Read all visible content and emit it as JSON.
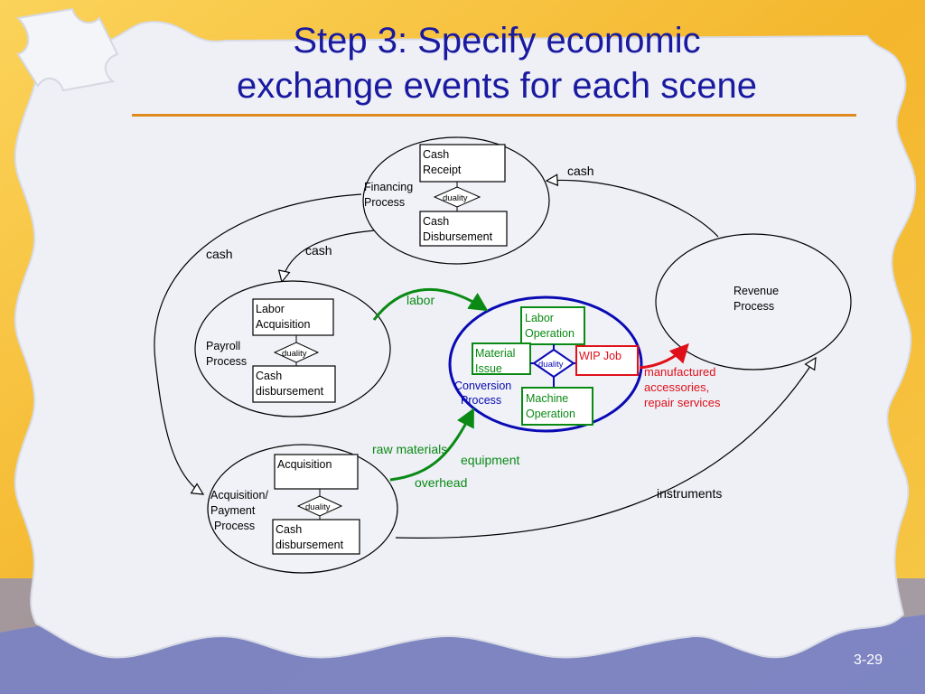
{
  "slide": {
    "title_line1": "Step 3: Specify economic",
    "title_line2": "exchange events for each scene",
    "page_number": "3-29"
  },
  "colors": {
    "title": "#1a1aa0",
    "accent_rule": "#e08a1e",
    "panel": "#f0f2f7",
    "conversion": "#0a0ab4",
    "green": "#0a8a14",
    "red": "#e0101a"
  },
  "financing": {
    "label_line1": "Financing",
    "label_line2": "Process",
    "event_top_line1": "Cash",
    "event_top_line2": "Receipt",
    "duality": "duality",
    "event_bottom_line1": "Cash",
    "event_bottom_line2": "Disbursement"
  },
  "payroll": {
    "label_line1": "Payroll",
    "label_line2": "Process",
    "event_top_line1": "Labor",
    "event_top_line2": "Acquisition",
    "duality": "duality",
    "event_bottom_line1": "Cash",
    "event_bottom_line2": "disbursement"
  },
  "acquisition": {
    "label_line1": "Acquisition/",
    "label_line2": "Payment",
    "label_line3": "Process",
    "event_top": "Acquisition",
    "duality": "duality",
    "event_bottom_line1": "Cash",
    "event_bottom_line2": "disbursement"
  },
  "conversion": {
    "label_line1": "Conversion",
    "label_line2": "Process",
    "labor_op_line1": "Labor",
    "labor_op_line2": "Operation",
    "material_line1": "Material",
    "material_line2": "Issue",
    "duality": "duality",
    "wip": "WIP Job",
    "machine_line1": "Machine",
    "machine_line2": "Operation"
  },
  "revenue": {
    "label_line1": "Revenue",
    "label_line2": "Process"
  },
  "flows": {
    "cash_top": "cash",
    "cash_left": "cash",
    "cash_mid": "cash",
    "labor": "labor",
    "raw_materials": "raw materials",
    "equipment": "equipment",
    "overhead": "overhead",
    "manufactured_line1": "manufactured",
    "manufactured_line2": "accessories,",
    "manufactured_line3": "repair services",
    "instruments": "instruments"
  }
}
